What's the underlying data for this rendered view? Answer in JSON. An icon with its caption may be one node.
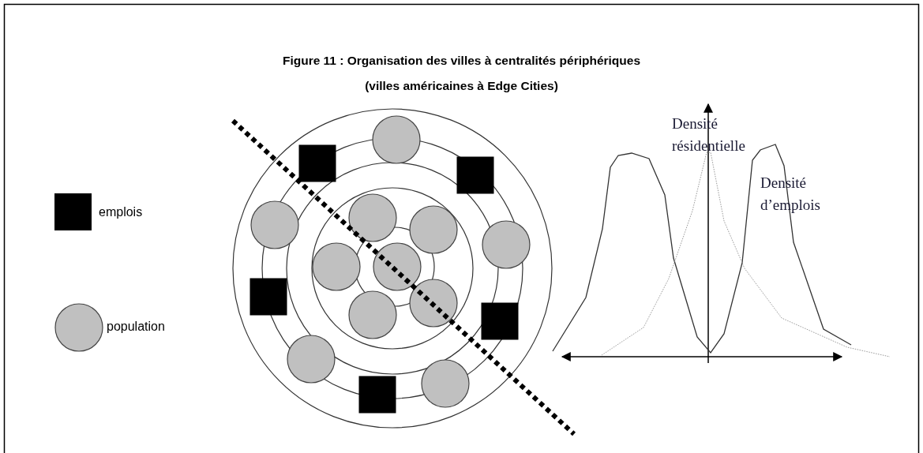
{
  "diagram": {
    "title": "Figure 11 : Organisation des villes à centralités périphériques",
    "labels": [
      "(villes américaines à Edge Cities)",
      "Densité résidentielle",
      "Densité d’emplois"
    ],
    "legend": [
      {
        "text": "emplois"
      },
      {
        "text": "population"
      }
    ]
  }
}
